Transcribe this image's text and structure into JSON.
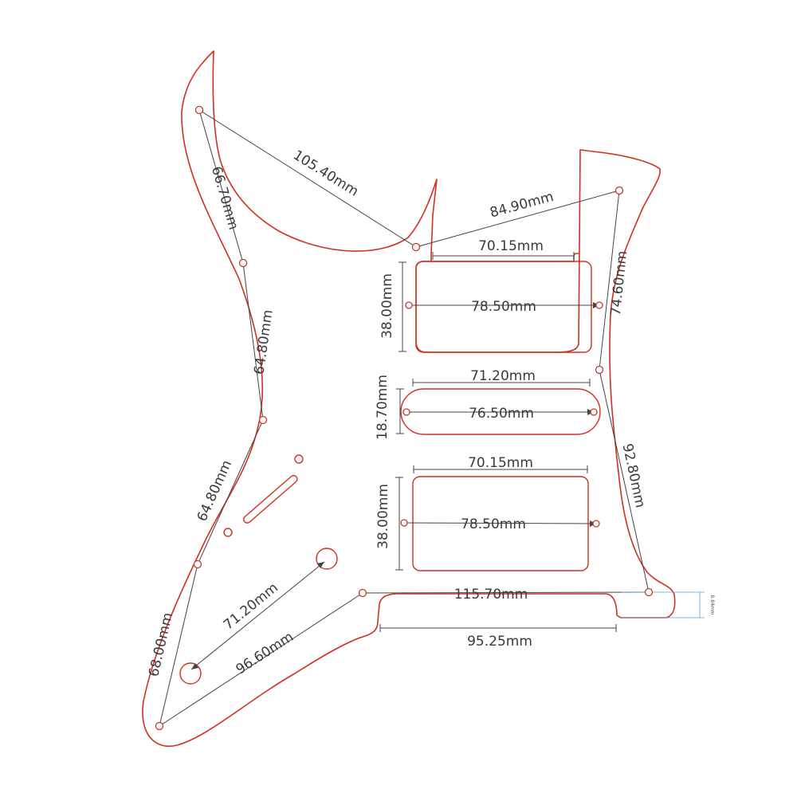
{
  "colors": {
    "outline": "#d1301e",
    "dimension_line": "#444444",
    "label": "#3a3a3a",
    "small_dimension_line": "#5aa0d8"
  },
  "dimensions": {
    "top_diagonal": "105.40mm",
    "upper_horn_left": "66.70mm",
    "left_upper": "64.80mm",
    "left_lower": "64.80mm",
    "lower_left": "68.00mm",
    "bottom_diagonal": "96.60mm",
    "jack_diagonal": "71.20mm",
    "top_right_diagonal": "84.90mm",
    "right_upper": "74.60mm",
    "right_lower": "92.80mm",
    "neck_pickup_width": "70.15mm",
    "neck_pickup_screws": "78.50mm",
    "neck_pickup_height": "38.00mm",
    "middle_pickup_width": "71.20mm",
    "middle_pickup_screws": "76.50mm",
    "middle_pickup_height": "18.70mm",
    "bridge_pickup_width": "70.15mm",
    "bridge_pickup_screws": "78.50mm",
    "bridge_pickup_height": "38.00mm",
    "bottom_screws": "115.70mm",
    "tremolo_cavity_width": "95.25mm",
    "tremolo_offset": "8.84mm"
  }
}
